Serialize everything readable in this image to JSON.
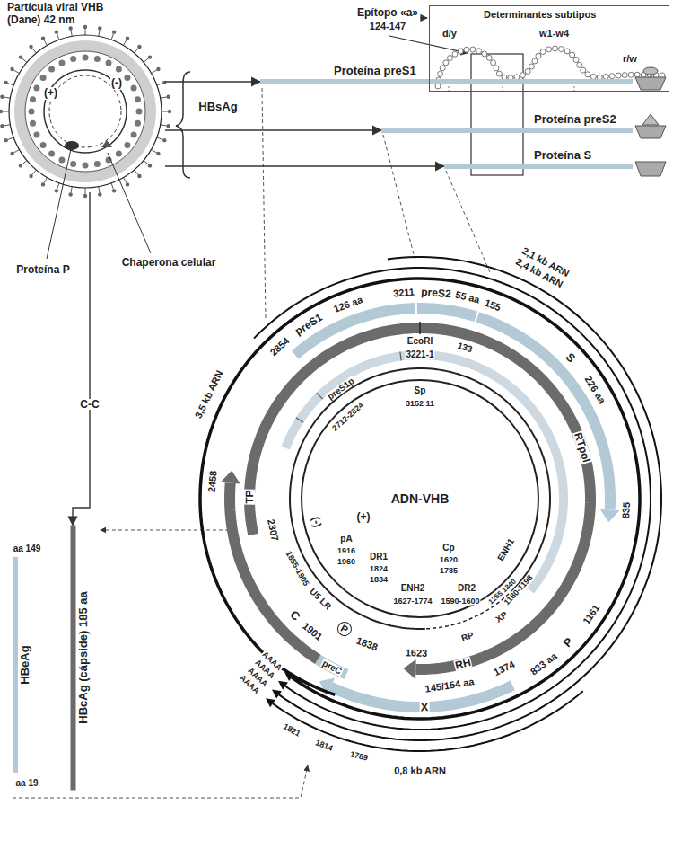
{
  "diagram": {
    "nodes": [
      {
        "text": [
          "Partícula viral VHB (Dane) 42 nm",
          "(+)",
          "(-)"
        ]
      },
      {
        "text": [
          "Proteína preS1"
        ]
      },
      {
        "text": [
          "Proteína preS2"
        ]
      },
      {
        "text": [
          "Proteína S"
        ]
      },
      {
        "text": [
          "HBcAg (cápside) 185 aa"
        ]
      },
      {
        "text": [
          "HBeAg"
        ]
      },
      {
        "text": [
          "ADN-VHB"
        ]
      },
      {
        "text": [
          "Determinantes subtipos",
          "d/y",
          "w1-w4",
          "r/w"
        ]
      }
    ],
    "edges": [
      {
        "from": 0,
        "to": 1,
        "arrow": "to"
      },
      {
        "from": 0,
        "to": 2,
        "arrow": "to"
      },
      {
        "from": 0,
        "to": 3,
        "arrow": "to"
      },
      {
        "from": 0,
        "to": 4,
        "label": "C-C",
        "arrow": "to"
      }
    ],
    "labels": [
      "Proteína P",
      "Chaperona celular",
      "HBsAg",
      "Epítopo «a»",
      "124-147",
      "2,1 kb ARN",
      "2,4 kb ARN",
      "3,5 kb ARN",
      "preS1",
      "126 aa",
      "3211",
      "preS2",
      "55 aa",
      "155",
      "S",
      "226 aa",
      "2854",
      "133",
      "EcoRI",
      "3221-1",
      "TP",
      "RTpol",
      "preS1p",
      "2712-2824",
      "Sp",
      "3152 11",
      "835",
      "2458",
      "2307",
      "(+)",
      "(-)",
      "ENH1",
      "1180-1198",
      "1161",
      "P",
      "833 aa",
      "XP",
      "1255 1340",
      "RH",
      "1374",
      "Cp",
      "1620",
      "1785",
      "DR2",
      "1590-1600",
      "RP",
      "DR1",
      "1824",
      "1834",
      "pA",
      "1916",
      "1960",
      "U5 LR",
      "1855-1905",
      "ENH2",
      "1627-1774",
      "C",
      "1901",
      "P",
      "1838",
      "1623",
      "preC",
      "1814",
      "1821",
      "1789",
      "X",
      "145/154 aa",
      "0,8 kb ARN",
      "aa 149",
      "aa 19",
      "AAAA",
      "AAAA",
      "AAAA",
      "AAAA"
    ]
  }
}
